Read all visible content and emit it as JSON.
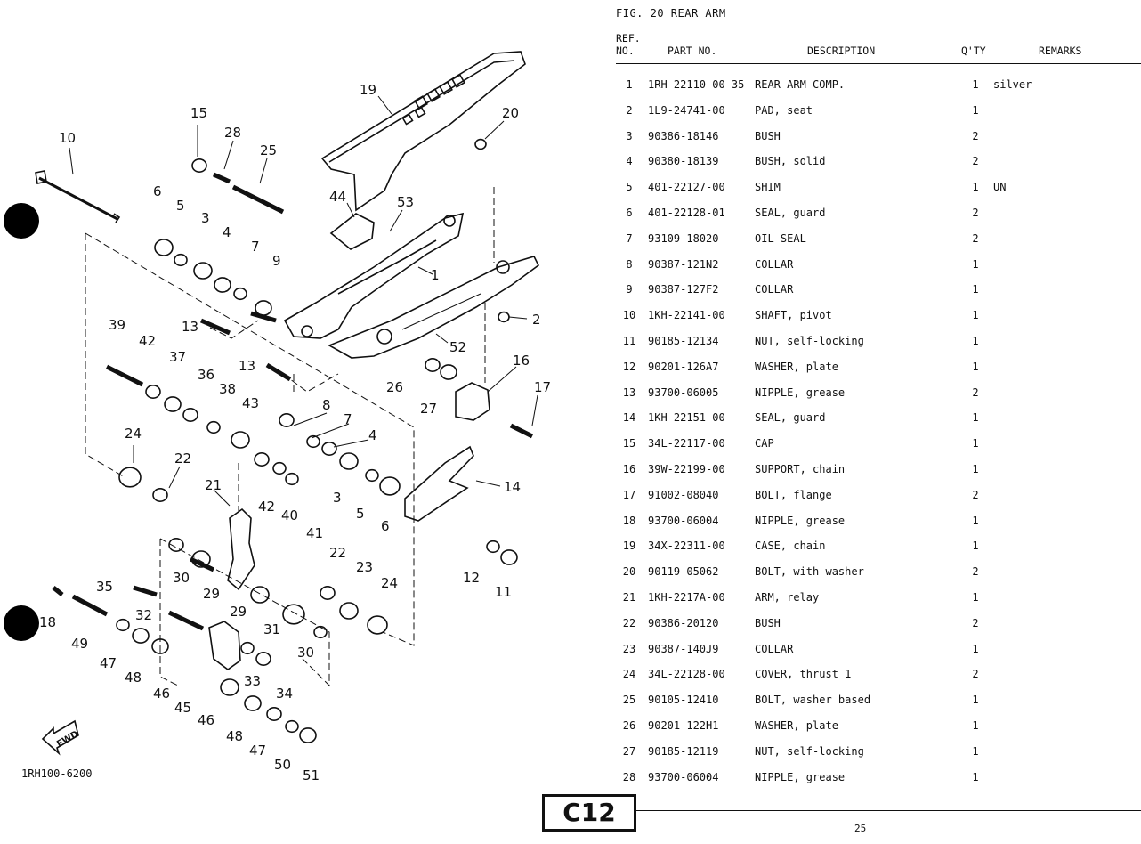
{
  "figure": {
    "code": "1RH100-6200",
    "fwd_label": "FWD",
    "callouts": [
      {
        "id": "cl-19",
        "text": "19"
      },
      {
        "id": "cl-20",
        "text": "20"
      },
      {
        "id": "cl-15",
        "text": "15"
      },
      {
        "id": "cl-28",
        "text": "28"
      },
      {
        "id": "cl-25",
        "text": "25"
      },
      {
        "id": "cl-10",
        "text": "10"
      },
      {
        "id": "cl-44",
        "text": "44"
      },
      {
        "id": "cl-53",
        "text": "53"
      },
      {
        "id": "cl-6a",
        "text": "6"
      },
      {
        "id": "cl-5a",
        "text": "5"
      },
      {
        "id": "cl-3a",
        "text": "3"
      },
      {
        "id": "cl-4a",
        "text": "4"
      },
      {
        "id": "cl-7a",
        "text": "7"
      },
      {
        "id": "cl-9",
        "text": "9"
      },
      {
        "id": "cl-1",
        "text": "1"
      },
      {
        "id": "cl-2",
        "text": "2"
      },
      {
        "id": "cl-13a",
        "text": "13"
      },
      {
        "id": "cl-39",
        "text": "39"
      },
      {
        "id": "cl-42a",
        "text": "42"
      },
      {
        "id": "cl-37",
        "text": "37"
      },
      {
        "id": "cl-36",
        "text": "36"
      },
      {
        "id": "cl-38",
        "text": "38"
      },
      {
        "id": "cl-13b",
        "text": "13"
      },
      {
        "id": "cl-52",
        "text": "52"
      },
      {
        "id": "cl-26",
        "text": "26"
      },
      {
        "id": "cl-27",
        "text": "27"
      },
      {
        "id": "cl-16",
        "text": "16"
      },
      {
        "id": "cl-17",
        "text": "17"
      },
      {
        "id": "cl-43",
        "text": "43"
      },
      {
        "id": "cl-8",
        "text": "8"
      },
      {
        "id": "cl-7b",
        "text": "7"
      },
      {
        "id": "cl-4b",
        "text": "4"
      },
      {
        "id": "cl-24a",
        "text": "24"
      },
      {
        "id": "cl-22a",
        "text": "22"
      },
      {
        "id": "cl-21",
        "text": "21"
      },
      {
        "id": "cl-42b",
        "text": "42"
      },
      {
        "id": "cl-40",
        "text": "40"
      },
      {
        "id": "cl-41",
        "text": "41"
      },
      {
        "id": "cl-3b",
        "text": "3"
      },
      {
        "id": "cl-5b",
        "text": "5"
      },
      {
        "id": "cl-6b",
        "text": "6"
      },
      {
        "id": "cl-14",
        "text": "14"
      },
      {
        "id": "cl-30a",
        "text": "30"
      },
      {
        "id": "cl-29a",
        "text": "29"
      },
      {
        "id": "cl-22b",
        "text": "22"
      },
      {
        "id": "cl-23",
        "text": "23"
      },
      {
        "id": "cl-24b",
        "text": "24"
      },
      {
        "id": "cl-12",
        "text": "12"
      },
      {
        "id": "cl-11",
        "text": "11"
      },
      {
        "id": "cl-35",
        "text": "35"
      },
      {
        "id": "cl-18",
        "text": "18"
      },
      {
        "id": "cl-49",
        "text": "49"
      },
      {
        "id": "cl-32",
        "text": "32"
      },
      {
        "id": "cl-29b",
        "text": "29"
      },
      {
        "id": "cl-31",
        "text": "31"
      },
      {
        "id": "cl-30b",
        "text": "30"
      },
      {
        "id": "cl-47a",
        "text": "47"
      },
      {
        "id": "cl-48a",
        "text": "48"
      },
      {
        "id": "cl-46a",
        "text": "46"
      },
      {
        "id": "cl-45",
        "text": "45"
      },
      {
        "id": "cl-33",
        "text": "33"
      },
      {
        "id": "cl-34",
        "text": "34"
      },
      {
        "id": "cl-46b",
        "text": "46"
      },
      {
        "id": "cl-48b",
        "text": "48"
      },
      {
        "id": "cl-47b",
        "text": "47"
      },
      {
        "id": "cl-50",
        "text": "50"
      },
      {
        "id": "cl-51",
        "text": "51"
      }
    ]
  },
  "table": {
    "title": "FIG. 20  REAR ARM",
    "headers": {
      "ref_line1": "REF.",
      "ref_line2": "NO.",
      "part": "PART NO.",
      "desc": "DESCRIPTION",
      "qty": "Q'TY",
      "remarks": "REMARKS"
    },
    "rows": [
      {
        "ref": "1",
        "part": "1RH-22110-00-35",
        "desc": "REAR ARM COMP.",
        "qty": "1",
        "remarks": "silver"
      },
      {
        "ref": "2",
        "part": "1L9-24741-00",
        "desc": "PAD, seat",
        "qty": "1",
        "remarks": ""
      },
      {
        "ref": "3",
        "part": "90386-18146",
        "desc": "BUSH",
        "qty": "2",
        "remarks": ""
      },
      {
        "ref": "4",
        "part": "90380-18139",
        "desc": "BUSH, solid",
        "qty": "2",
        "remarks": ""
      },
      {
        "ref": "5",
        "part": "401-22127-00",
        "desc": "SHIM",
        "qty": "1",
        "remarks": "UN"
      },
      {
        "ref": "6",
        "part": "401-22128-01",
        "desc": "SEAL, guard",
        "qty": "2",
        "remarks": ""
      },
      {
        "ref": "7",
        "part": "93109-18020",
        "desc": "OIL SEAL",
        "qty": "2",
        "remarks": ""
      },
      {
        "ref": "8",
        "part": "90387-121N2",
        "desc": "COLLAR",
        "qty": "1",
        "remarks": ""
      },
      {
        "ref": "9",
        "part": "90387-127F2",
        "desc": "COLLAR",
        "qty": "1",
        "remarks": ""
      },
      {
        "ref": "10",
        "part": "1KH-22141-00",
        "desc": "SHAFT, pivot",
        "qty": "1",
        "remarks": ""
      },
      {
        "ref": "11",
        "part": "90185-12134",
        "desc": "NUT, self-locking",
        "qty": "1",
        "remarks": ""
      },
      {
        "ref": "12",
        "part": "90201-126A7",
        "desc": "WASHER, plate",
        "qty": "1",
        "remarks": ""
      },
      {
        "ref": "13",
        "part": "93700-06005",
        "desc": "NIPPLE, grease",
        "qty": "2",
        "remarks": ""
      },
      {
        "ref": "14",
        "part": "1KH-22151-00",
        "desc": "SEAL, guard",
        "qty": "1",
        "remarks": ""
      },
      {
        "ref": "15",
        "part": "34L-22117-00",
        "desc": "CAP",
        "qty": "1",
        "remarks": ""
      },
      {
        "ref": "16",
        "part": "39W-22199-00",
        "desc": "SUPPORT, chain",
        "qty": "1",
        "remarks": ""
      },
      {
        "ref": "17",
        "part": "91002-08040",
        "desc": "BOLT, flange",
        "qty": "2",
        "remarks": ""
      },
      {
        "ref": "18",
        "part": "93700-06004",
        "desc": "NIPPLE, grease",
        "qty": "1",
        "remarks": ""
      },
      {
        "ref": "19",
        "part": "34X-22311-00",
        "desc": "CASE, chain",
        "qty": "1",
        "remarks": ""
      },
      {
        "ref": "20",
        "part": "90119-05062",
        "desc": "BOLT, with washer",
        "qty": "2",
        "remarks": ""
      },
      {
        "ref": "21",
        "part": "1KH-2217A-00",
        "desc": "ARM, relay",
        "qty": "1",
        "remarks": ""
      },
      {
        "ref": "22",
        "part": "90386-20120",
        "desc": "BUSH",
        "qty": "2",
        "remarks": ""
      },
      {
        "ref": "23",
        "part": "90387-140J9",
        "desc": "COLLAR",
        "qty": "1",
        "remarks": ""
      },
      {
        "ref": "24",
        "part": "34L-22128-00",
        "desc": "COVER, thrust 1",
        "qty": "2",
        "remarks": ""
      },
      {
        "ref": "25",
        "part": "90105-12410",
        "desc": "BOLT, washer based",
        "qty": "1",
        "remarks": ""
      },
      {
        "ref": "26",
        "part": "90201-122H1",
        "desc": "WASHER, plate",
        "qty": "1",
        "remarks": ""
      },
      {
        "ref": "27",
        "part": "90185-12119",
        "desc": "NUT, self-locking",
        "qty": "1",
        "remarks": ""
      },
      {
        "ref": "28",
        "part": "93700-06004",
        "desc": "NIPPLE, grease",
        "qty": "1",
        "remarks": ""
      }
    ]
  },
  "footer": {
    "badge": "C12",
    "page": "25"
  }
}
